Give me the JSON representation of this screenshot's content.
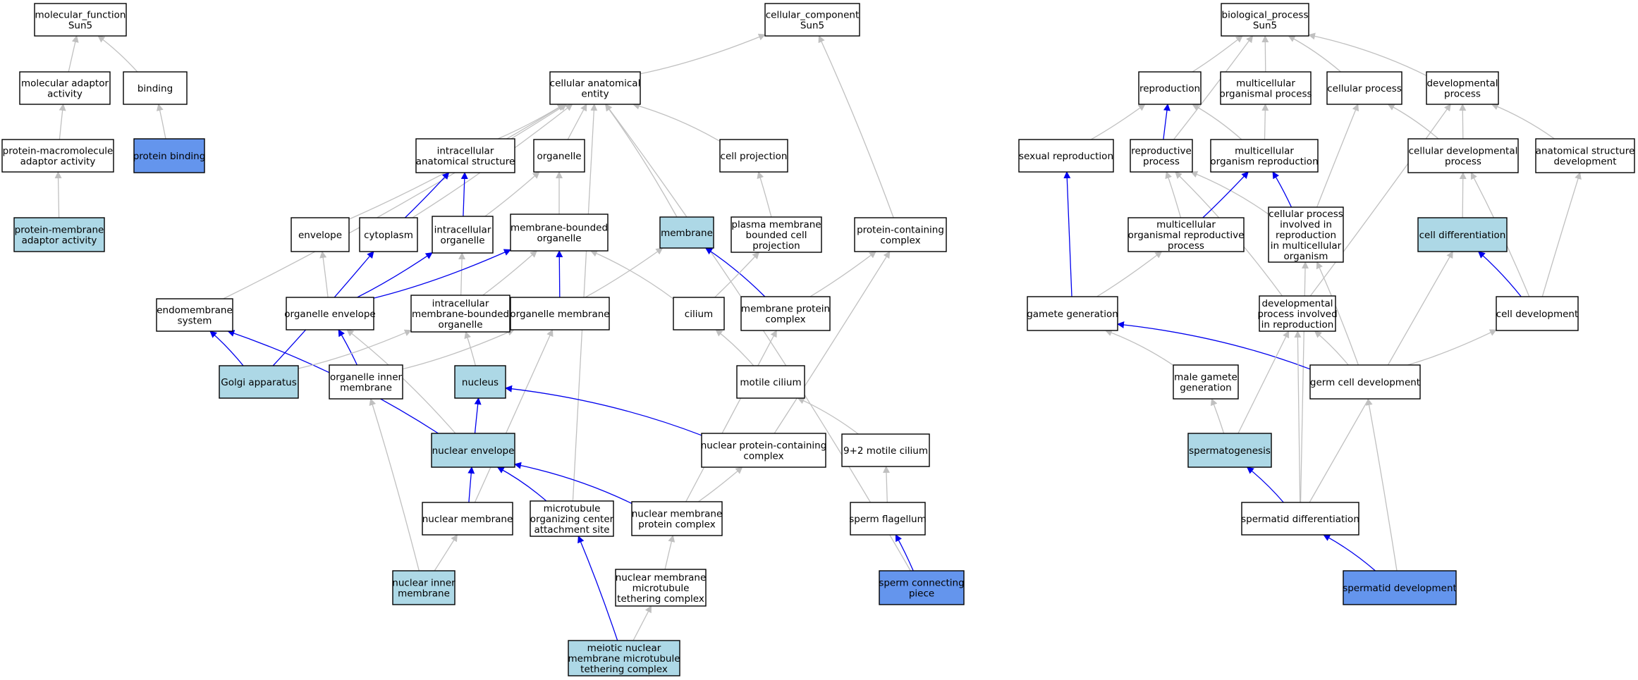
{
  "colors": {
    "default_fill": "#ffffff",
    "light_fill": "#add8e6",
    "dark_fill": "#6495ed",
    "gray_edge": "#c0c0c0",
    "blue_edge": "#0000ee"
  },
  "nodes": [
    {
      "id": "mf",
      "label": [
        "molecular_function",
        "Sun5"
      ],
      "color": "default"
    },
    {
      "id": "mol_adaptor",
      "label": [
        "molecular adaptor",
        "activity"
      ],
      "color": "default"
    },
    {
      "id": "binding",
      "label": [
        "binding"
      ],
      "color": "default"
    },
    {
      "id": "pmm_adaptor",
      "label": [
        "protein-macromolecule",
        "adaptor activity"
      ],
      "color": "default"
    },
    {
      "id": "protein_binding",
      "label": [
        "protein binding"
      ],
      "color": "dark"
    },
    {
      "id": "pmem_adaptor",
      "label": [
        "protein-membrane",
        "adaptor activity"
      ],
      "color": "light"
    },
    {
      "id": "cc",
      "label": [
        "cellular_component",
        "Sun5"
      ],
      "color": "default"
    },
    {
      "id": "cae",
      "label": [
        "cellular anatomical",
        "entity"
      ],
      "color": "default"
    },
    {
      "id": "ias",
      "label": [
        "intracellular",
        "anatomical structure"
      ],
      "color": "default"
    },
    {
      "id": "organelle",
      "label": [
        "organelle"
      ],
      "color": "default"
    },
    {
      "id": "cell_projection",
      "label": [
        "cell projection"
      ],
      "color": "default"
    },
    {
      "id": "envelope",
      "label": [
        "envelope"
      ],
      "color": "default"
    },
    {
      "id": "cytoplasm",
      "label": [
        "cytoplasm"
      ],
      "color": "default"
    },
    {
      "id": "intra_org",
      "label": [
        "intracellular",
        "organelle"
      ],
      "color": "default"
    },
    {
      "id": "mbo",
      "label": [
        "membrane-bounded",
        "organelle"
      ],
      "color": "default"
    },
    {
      "id": "membrane",
      "label": [
        "membrane"
      ],
      "color": "light"
    },
    {
      "id": "pmbcp",
      "label": [
        "plasma membrane",
        "bounded cell",
        "projection"
      ],
      "color": "default"
    },
    {
      "id": "pcc",
      "label": [
        "protein-containing",
        "complex"
      ],
      "color": "default"
    },
    {
      "id": "endomembrane",
      "label": [
        "endomembrane",
        "system"
      ],
      "color": "default"
    },
    {
      "id": "org_env",
      "label": [
        "organelle envelope"
      ],
      "color": "default"
    },
    {
      "id": "imbo",
      "label": [
        "intracellular",
        "membrane-bounded",
        "organelle"
      ],
      "color": "default"
    },
    {
      "id": "org_mem",
      "label": [
        "organelle membrane"
      ],
      "color": "default"
    },
    {
      "id": "cilium",
      "label": [
        "cilium"
      ],
      "color": "default"
    },
    {
      "id": "mpc",
      "label": [
        "membrane protein",
        "complex"
      ],
      "color": "default"
    },
    {
      "id": "golgi",
      "label": [
        "Golgi apparatus"
      ],
      "color": "light"
    },
    {
      "id": "oim",
      "label": [
        "organelle inner",
        "membrane"
      ],
      "color": "default"
    },
    {
      "id": "nucleus",
      "label": [
        "nucleus"
      ],
      "color": "light"
    },
    {
      "id": "motile_cilium",
      "label": [
        "motile cilium"
      ],
      "color": "default"
    },
    {
      "id": "nuc_env",
      "label": [
        "nuclear envelope"
      ],
      "color": "light"
    },
    {
      "id": "npcc",
      "label": [
        "nuclear protein-containing",
        "complex"
      ],
      "color": "default"
    },
    {
      "id": "cilium92",
      "label": [
        "9+2 motile cilium"
      ],
      "color": "default"
    },
    {
      "id": "nuc_mem",
      "label": [
        "nuclear membrane"
      ],
      "color": "default"
    },
    {
      "id": "mocas",
      "label": [
        "microtubule",
        "organizing center",
        "attachment site"
      ],
      "color": "default"
    },
    {
      "id": "nmpc",
      "label": [
        "nuclear membrane",
        "protein complex"
      ],
      "color": "default"
    },
    {
      "id": "sperm_flag",
      "label": [
        "sperm flagellum"
      ],
      "color": "default"
    },
    {
      "id": "nim",
      "label": [
        "nuclear inner",
        "membrane"
      ],
      "color": "light"
    },
    {
      "id": "nmmtc",
      "label": [
        "nuclear membrane",
        "microtubule",
        "tethering complex"
      ],
      "color": "default"
    },
    {
      "id": "scp",
      "label": [
        "sperm connecting",
        "piece"
      ],
      "color": "dark"
    },
    {
      "id": "mnmmtc",
      "label": [
        "meiotic nuclear",
        "membrane microtubule",
        "tethering complex"
      ],
      "color": "light"
    },
    {
      "id": "bp",
      "label": [
        "biological_process",
        "Sun5"
      ],
      "color": "default"
    },
    {
      "id": "reproduction",
      "label": [
        "reproduction"
      ],
      "color": "default"
    },
    {
      "id": "mop",
      "label": [
        "multicellular",
        "organismal process"
      ],
      "color": "default"
    },
    {
      "id": "cell_proc",
      "label": [
        "cellular process"
      ],
      "color": "default"
    },
    {
      "id": "dev_proc",
      "label": [
        "developmental",
        "process"
      ],
      "color": "default"
    },
    {
      "id": "sex_repro",
      "label": [
        "sexual reproduction"
      ],
      "color": "default"
    },
    {
      "id": "repro_proc",
      "label": [
        "reproductive",
        "process"
      ],
      "color": "default"
    },
    {
      "id": "mor",
      "label": [
        "multicellular",
        "organism reproduction"
      ],
      "color": "default"
    },
    {
      "id": "cdp",
      "label": [
        "cellular developmental",
        "process"
      ],
      "color": "default"
    },
    {
      "id": "asd",
      "label": [
        "anatomical structure",
        "development"
      ],
      "color": "default"
    },
    {
      "id": "morp",
      "label": [
        "multicellular",
        "organismal reproductive",
        "process"
      ],
      "color": "default"
    },
    {
      "id": "cpimo",
      "label": [
        "cellular process",
        "involved in",
        "reproduction",
        "in multicellular",
        "organism"
      ],
      "color": "default"
    },
    {
      "id": "cell_diff",
      "label": [
        "cell differentiation"
      ],
      "color": "light"
    },
    {
      "id": "gamete_gen",
      "label": [
        "gamete generation"
      ],
      "color": "default"
    },
    {
      "id": "dpir",
      "label": [
        "developmental",
        "process involved",
        "in reproduction"
      ],
      "color": "default"
    },
    {
      "id": "cell_dev",
      "label": [
        "cell development"
      ],
      "color": "default"
    },
    {
      "id": "mgg",
      "label": [
        "male gamete",
        "generation"
      ],
      "color": "default"
    },
    {
      "id": "gcd",
      "label": [
        "germ cell development"
      ],
      "color": "default"
    },
    {
      "id": "spermatogenesis",
      "label": [
        "spermatogenesis"
      ],
      "color": "light"
    },
    {
      "id": "spermatid_diff",
      "label": [
        "spermatid differentiation"
      ],
      "color": "default"
    },
    {
      "id": "spermatid_dev",
      "label": [
        "spermatid development"
      ],
      "color": "dark"
    }
  ],
  "edges": [
    {
      "from": "mol_adaptor",
      "to": "mf",
      "color": "gray"
    },
    {
      "from": "binding",
      "to": "mf",
      "color": "gray"
    },
    {
      "from": "pmm_adaptor",
      "to": "mol_adaptor",
      "color": "gray"
    },
    {
      "from": "protein_binding",
      "to": "binding",
      "color": "gray"
    },
    {
      "from": "pmem_adaptor",
      "to": "pmm_adaptor",
      "color": "gray"
    },
    {
      "from": "cae",
      "to": "cc",
      "color": "gray"
    },
    {
      "from": "pcc",
      "to": "cc",
      "color": "gray"
    },
    {
      "from": "ias",
      "to": "cae",
      "color": "gray"
    },
    {
      "from": "organelle",
      "to": "cae",
      "color": "gray"
    },
    {
      "from": "cell_projection",
      "to": "cae",
      "color": "gray"
    },
    {
      "from": "envelope",
      "to": "cae",
      "color": "gray"
    },
    {
      "from": "cytoplasm",
      "to": "cae",
      "color": "gray"
    },
    {
      "from": "membrane",
      "to": "cae",
      "color": "gray"
    },
    {
      "from": "endomembrane",
      "to": "cae",
      "color": "gray"
    },
    {
      "from": "mocas",
      "to": "cae",
      "color": "gray"
    },
    {
      "from": "scp",
      "to": "cae",
      "color": "gray"
    },
    {
      "from": "cytoplasm",
      "to": "ias",
      "color": "blue"
    },
    {
      "from": "intra_org",
      "to": "ias",
      "color": "blue"
    },
    {
      "from": "intra_org",
      "to": "organelle",
      "color": "gray"
    },
    {
      "from": "mbo",
      "to": "organelle",
      "color": "gray"
    },
    {
      "from": "pmbcp",
      "to": "cell_projection",
      "color": "gray"
    },
    {
      "from": "org_env",
      "to": "envelope",
      "color": "gray"
    },
    {
      "from": "golgi",
      "to": "cytoplasm",
      "color": "blue"
    },
    {
      "from": "org_env",
      "to": "intra_org",
      "color": "blue"
    },
    {
      "from": "imbo",
      "to": "intra_org",
      "color": "gray"
    },
    {
      "from": "org_env",
      "to": "mbo",
      "color": "blue"
    },
    {
      "from": "imbo",
      "to": "mbo",
      "color": "gray"
    },
    {
      "from": "org_mem",
      "to": "mbo",
      "color": "blue"
    },
    {
      "from": "cilium",
      "to": "mbo",
      "color": "gray"
    },
    {
      "from": "org_mem",
      "to": "membrane",
      "color": "gray"
    },
    {
      "from": "mpc",
      "to": "membrane",
      "color": "blue"
    },
    {
      "from": "cilium",
      "to": "pmbcp",
      "color": "gray"
    },
    {
      "from": "mpc",
      "to": "pcc",
      "color": "gray"
    },
    {
      "from": "npcc",
      "to": "pcc",
      "color": "gray"
    },
    {
      "from": "golgi",
      "to": "endomembrane",
      "color": "blue"
    },
    {
      "from": "nuc_env",
      "to": "endomembrane",
      "color": "blue"
    },
    {
      "from": "oim",
      "to": "org_env",
      "color": "blue"
    },
    {
      "from": "nuc_env",
      "to": "org_env",
      "color": "gray"
    },
    {
      "from": "golgi",
      "to": "imbo",
      "color": "gray"
    },
    {
      "from": "nucleus",
      "to": "imbo",
      "color": "gray"
    },
    {
      "from": "oim",
      "to": "org_mem",
      "color": "gray"
    },
    {
      "from": "nuc_mem",
      "to": "org_mem",
      "color": "gray"
    },
    {
      "from": "motile_cilium",
      "to": "cilium",
      "color": "gray"
    },
    {
      "from": "nmpc",
      "to": "mpc",
      "color": "gray"
    },
    {
      "from": "nim",
      "to": "oim",
      "color": "gray"
    },
    {
      "from": "nuc_env",
      "to": "nucleus",
      "color": "blue"
    },
    {
      "from": "npcc",
      "to": "nucleus",
      "color": "blue"
    },
    {
      "from": "cilium92",
      "to": "motile_cilium",
      "color": "gray"
    },
    {
      "from": "nuc_mem",
      "to": "nuc_env",
      "color": "blue"
    },
    {
      "from": "mocas",
      "to": "nuc_env",
      "color": "blue"
    },
    {
      "from": "nmpc",
      "to": "nuc_env",
      "color": "blue"
    },
    {
      "from": "nmpc",
      "to": "npcc",
      "color": "gray"
    },
    {
      "from": "sperm_flag",
      "to": "cilium92",
      "color": "gray"
    },
    {
      "from": "nim",
      "to": "nuc_mem",
      "color": "gray"
    },
    {
      "from": "mnmmtc",
      "to": "mocas",
      "color": "blue"
    },
    {
      "from": "nmmtc",
      "to": "nmpc",
      "color": "gray"
    },
    {
      "from": "scp",
      "to": "sperm_flag",
      "color": "blue"
    },
    {
      "from": "mnmmtc",
      "to": "nmmtc",
      "color": "gray"
    },
    {
      "from": "reproduction",
      "to": "bp",
      "color": "gray"
    },
    {
      "from": "mop",
      "to": "bp",
      "color": "gray"
    },
    {
      "from": "cell_proc",
      "to": "bp",
      "color": "gray"
    },
    {
      "from": "dev_proc",
      "to": "bp",
      "color": "gray"
    },
    {
      "from": "repro_proc",
      "to": "bp",
      "color": "gray"
    },
    {
      "from": "sex_repro",
      "to": "reproduction",
      "color": "gray"
    },
    {
      "from": "repro_proc",
      "to": "reproduction",
      "color": "blue"
    },
    {
      "from": "mor",
      "to": "reproduction",
      "color": "gray"
    },
    {
      "from": "mor",
      "to": "mop",
      "color": "gray"
    },
    {
      "from": "cpimo",
      "to": "cell_proc",
      "color": "gray"
    },
    {
      "from": "cdp",
      "to": "cell_proc",
      "color": "gray"
    },
    {
      "from": "cdp",
      "to": "dev_proc",
      "color": "gray"
    },
    {
      "from": "asd",
      "to": "dev_proc",
      "color": "gray"
    },
    {
      "from": "dpir",
      "to": "dev_proc",
      "color": "gray"
    },
    {
      "from": "gamete_gen",
      "to": "sex_repro",
      "color": "blue"
    },
    {
      "from": "morp",
      "to": "repro_proc",
      "color": "gray"
    },
    {
      "from": "cpimo",
      "to": "repro_proc",
      "color": "gray"
    },
    {
      "from": "dpir",
      "to": "repro_proc",
      "color": "gray"
    },
    {
      "from": "morp",
      "to": "mor",
      "color": "blue"
    },
    {
      "from": "cpimo",
      "to": "mor",
      "color": "blue"
    },
    {
      "from": "cell_diff",
      "to": "cdp",
      "color": "gray"
    },
    {
      "from": "cell_dev",
      "to": "cdp",
      "color": "gray"
    },
    {
      "from": "cell_dev",
      "to": "asd",
      "color": "gray"
    },
    {
      "from": "gamete_gen",
      "to": "morp",
      "color": "gray"
    },
    {
      "from": "gcd",
      "to": "cpimo",
      "color": "gray"
    },
    {
      "from": "spermatid_diff",
      "to": "cpimo",
      "color": "gray"
    },
    {
      "from": "cell_dev",
      "to": "cell_diff",
      "color": "blue"
    },
    {
      "from": "spermatid_diff",
      "to": "cell_diff",
      "color": "gray"
    },
    {
      "from": "gcd",
      "to": "gamete_gen",
      "color": "blue"
    },
    {
      "from": "mgg",
      "to": "gamete_gen",
      "color": "gray"
    },
    {
      "from": "gcd",
      "to": "dpir",
      "color": "gray"
    },
    {
      "from": "spermatogenesis",
      "to": "dpir",
      "color": "gray"
    },
    {
      "from": "spermatid_diff",
      "to": "dpir",
      "color": "gray"
    },
    {
      "from": "gcd",
      "to": "cell_dev",
      "color": "gray"
    },
    {
      "from": "spermatogenesis",
      "to": "mgg",
      "color": "gray"
    },
    {
      "from": "spermatid_dev",
      "to": "gcd",
      "color": "gray"
    },
    {
      "from": "spermatid_diff",
      "to": "spermatogenesis",
      "color": "blue"
    },
    {
      "from": "spermatid_dev",
      "to": "spermatid_diff",
      "color": "blue"
    }
  ]
}
